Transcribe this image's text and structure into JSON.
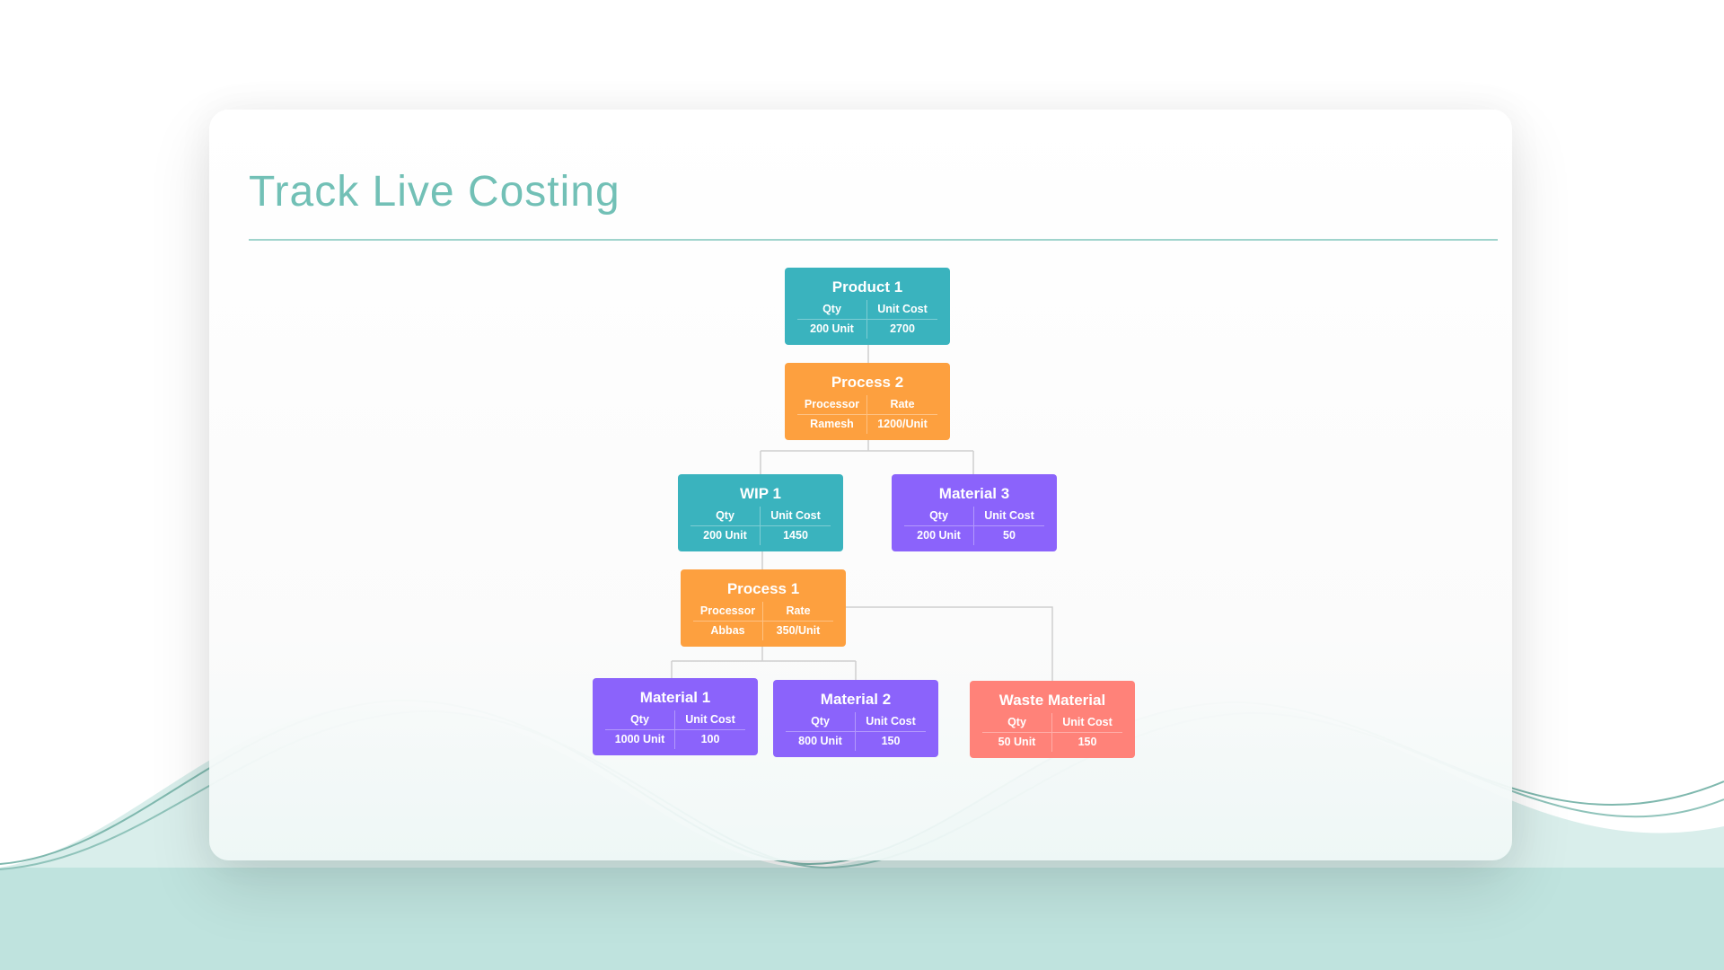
{
  "title": "Track Live Costing",
  "colors": {
    "product": "#3ab3be",
    "process": "#fda03f",
    "material": "#8b63fb",
    "waste": "#ff8279",
    "accent": "#72c0b6",
    "band": "#bfe3de"
  },
  "nodes": [
    {
      "title": "Product 1",
      "type": "product",
      "h1": "Qty",
      "h2": "Unit Cost",
      "v1": "200 Unit",
      "v2": "2700"
    },
    {
      "title": "Process 2",
      "type": "process",
      "h1": "Processor",
      "h2": "Rate",
      "v1": "Ramesh",
      "v2": "1200/Unit"
    },
    {
      "title": "WIP 1",
      "type": "product",
      "h1": "Qty",
      "h2": "Unit Cost",
      "v1": "200 Unit",
      "v2": "1450"
    },
    {
      "title": "Material 3",
      "type": "material",
      "h1": "Qty",
      "h2": "Unit Cost",
      "v1": "200 Unit",
      "v2": "50"
    },
    {
      "title": "Process 1",
      "type": "process",
      "h1": "Processor",
      "h2": "Rate",
      "v1": "Abbas",
      "v2": "350/Unit"
    },
    {
      "title": "Material 1",
      "type": "material",
      "h1": "Qty",
      "h2": "Unit Cost",
      "v1": "1000 Unit",
      "v2": "100"
    },
    {
      "title": "Material 2",
      "type": "material",
      "h1": "Qty",
      "h2": "Unit Cost",
      "v1": "800 Unit",
      "v2": "150"
    },
    {
      "title": "Waste Material",
      "type": "waste",
      "h1": "Qty",
      "h2": "Unit Cost",
      "v1": "50 Unit",
      "v2": "150"
    }
  ]
}
